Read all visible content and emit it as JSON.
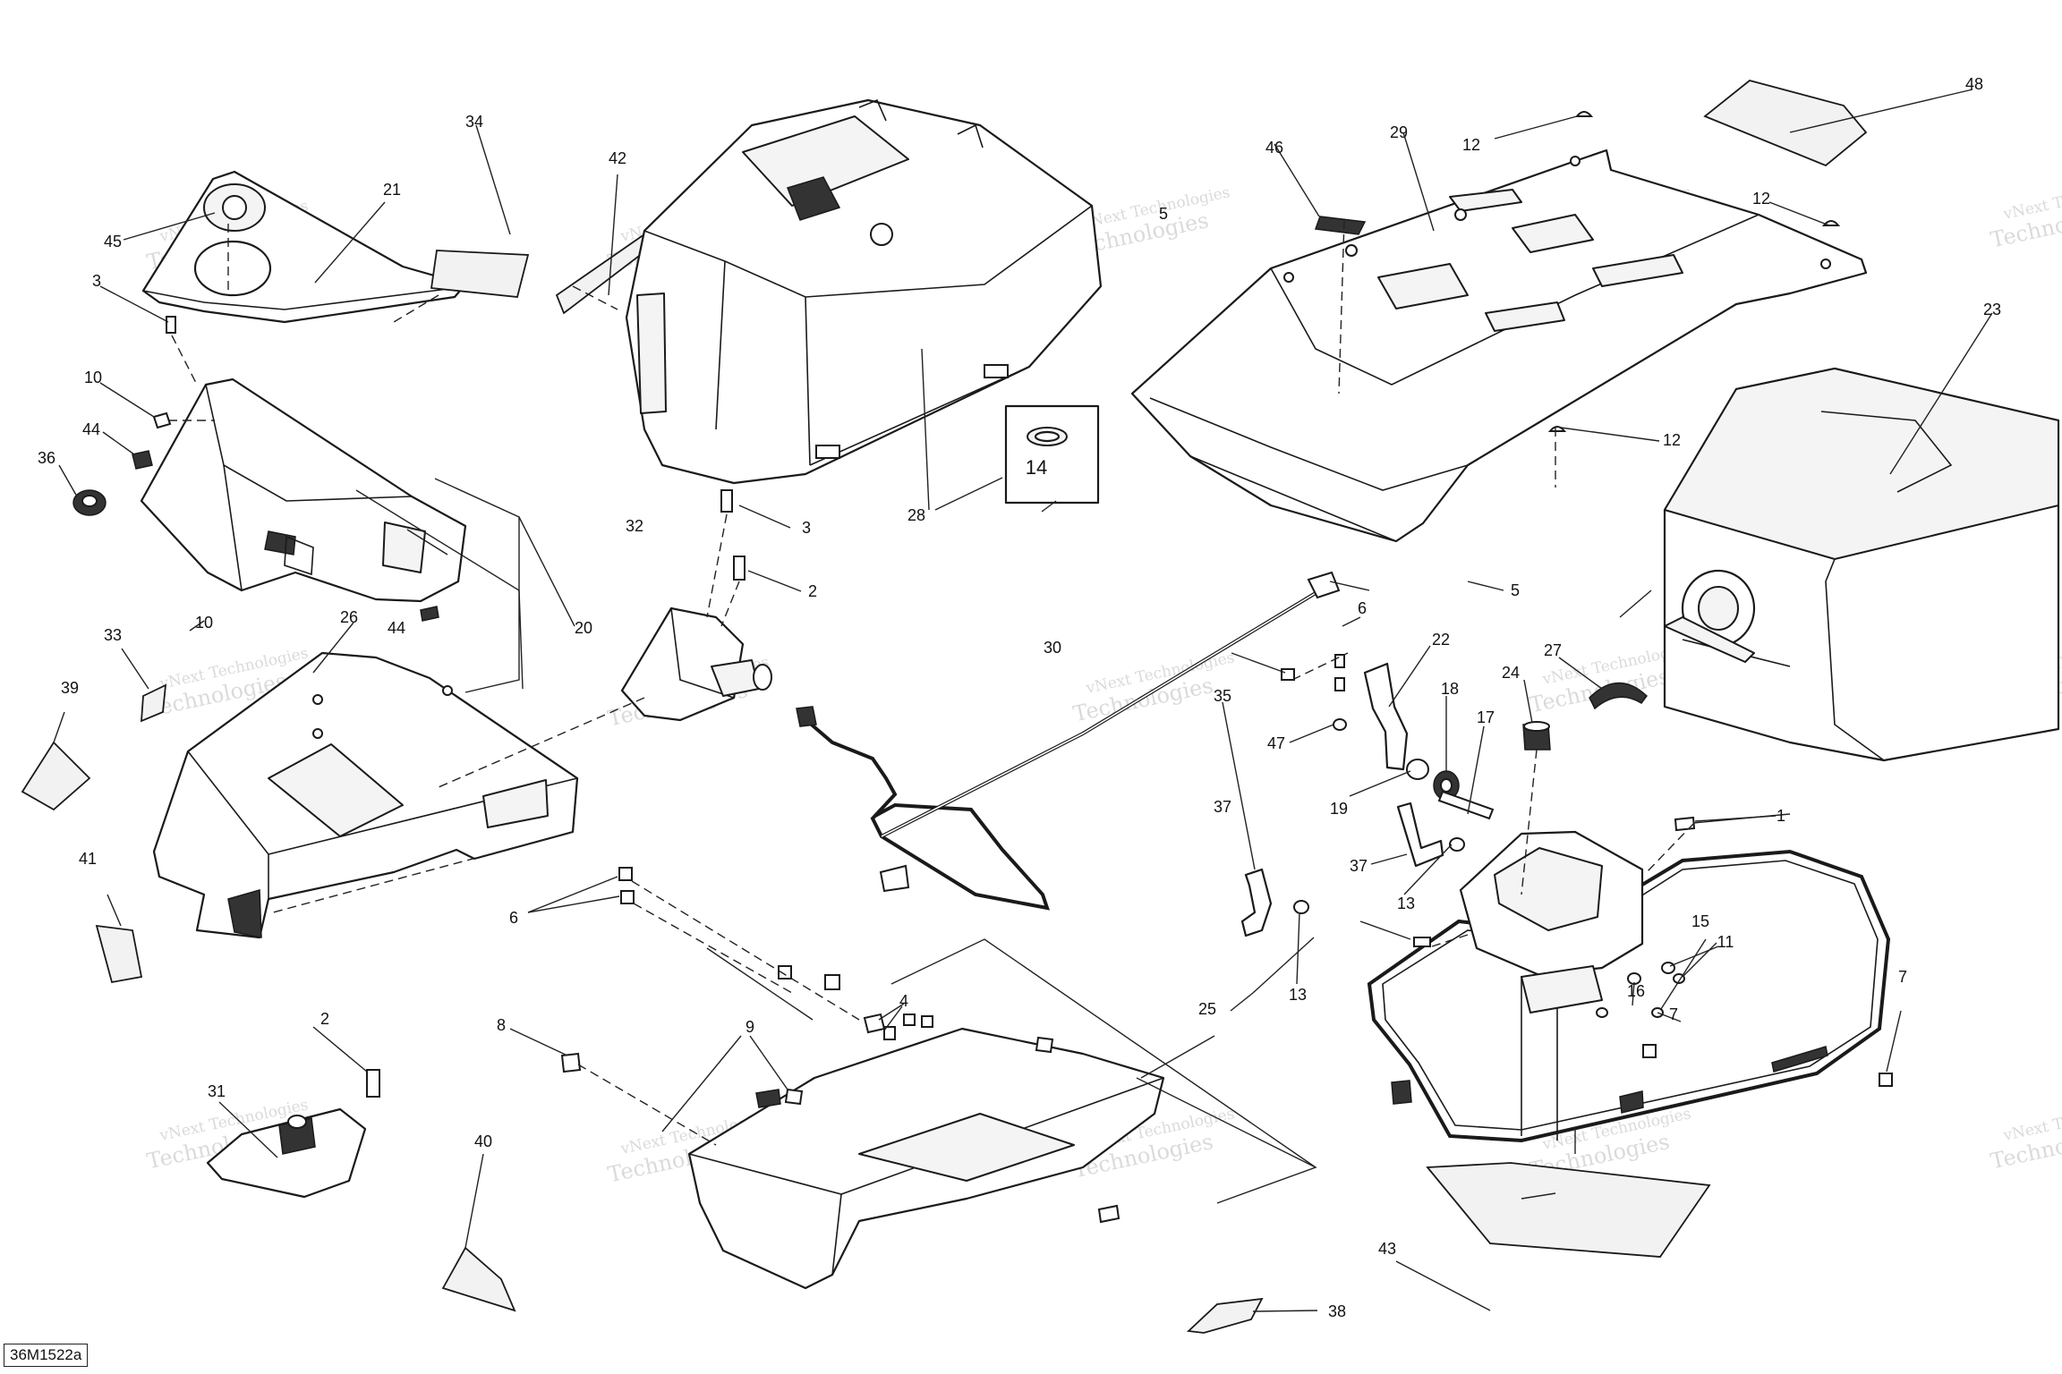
{
  "figure_ref": "36M1522a",
  "inset_callout": "14",
  "watermark": {
    "line1": "vNext Technologies",
    "line2": "Technologies"
  },
  "callouts": {
    "c1": "1",
    "c2a": "2",
    "c2b": "2",
    "c3a": "3",
    "c3b": "3",
    "c4": "4",
    "c5a": "5",
    "c5b": "5",
    "c6a": "6",
    "c6b": "6",
    "c7a": "7",
    "c7b": "7",
    "c8": "8",
    "c9": "9",
    "c10a": "10",
    "c10b": "10",
    "c11": "11",
    "c12a": "12",
    "c12b": "12",
    "c12c": "12",
    "c13a": "13",
    "c13b": "13",
    "c15": "15",
    "c16": "16",
    "c17": "17",
    "c18": "18",
    "c19": "19",
    "c20": "20",
    "c21": "21",
    "c22": "22",
    "c23": "23",
    "c24": "24",
    "c25": "25",
    "c26": "26",
    "c27": "27",
    "c28": "28",
    "c29": "29",
    "c30": "30",
    "c31": "31",
    "c32": "32",
    "c33": "33",
    "c34": "34",
    "c35": "35",
    "c36": "36",
    "c37a": "37",
    "c37b": "37",
    "c38": "38",
    "c39": "39",
    "c40": "40",
    "c41": "41",
    "c42": "42",
    "c43": "43",
    "c44a": "44",
    "c44b": "44",
    "c45": "45",
    "c46": "46",
    "c47": "47",
    "c48": "48"
  }
}
